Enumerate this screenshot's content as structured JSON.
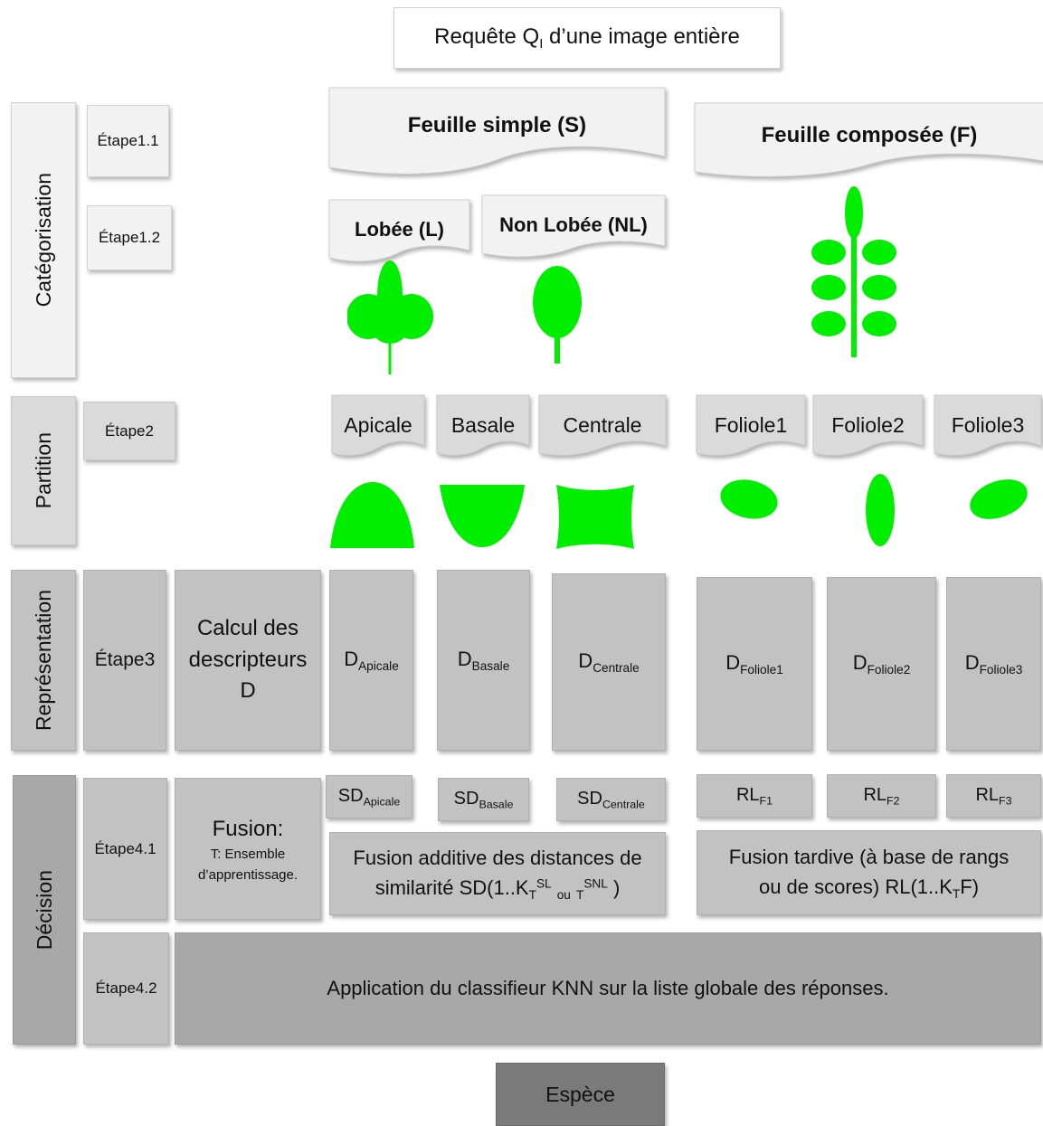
{
  "query": {
    "prefix": "Requête Q",
    "sub": "I",
    "suffix": " d’une image entière"
  },
  "rows": {
    "categorisation": "Catégorisation",
    "partition": "Partition",
    "representation": "Représentation",
    "decision": "Décision"
  },
  "steps": {
    "s11": "Étape1.1",
    "s12": "Étape1.2",
    "s2": "Étape2",
    "s3": "Étape3",
    "s41": "Étape4.1",
    "s42": "Étape4.2"
  },
  "categories": {
    "simple": "Feuille simple (S)",
    "composee": "Feuille composée (F)",
    "lobee": "Lobée (L)",
    "non_lobee": "Non Lobée (NL)"
  },
  "partitions": {
    "apicale": "Apicale",
    "basale": "Basale",
    "centrale": "Centrale",
    "foliole1": "Foliole1",
    "foliole2": "Foliole2",
    "foliole3": "Foliole3"
  },
  "representation": {
    "calcul": "Calcul des descripteurs D",
    "d": "D",
    "apicale": "Apicale",
    "basale": "Basale",
    "centrale": "Centrale",
    "foliole1": "Foliole1",
    "foliole2": "Foliole2",
    "foliole3": "Foliole3"
  },
  "decision": {
    "sd": "SD",
    "sd_apicale": "Apicale",
    "sd_basale": "Basale",
    "sd_centrale": "Centrale",
    "rl": "RL",
    "rl_f1": "F1",
    "rl_f2": "F2",
    "rl_f3": "F3",
    "fusion_title": "Fusion:",
    "fusion_sub": "T: Ensemble d’apprentissage.",
    "additive_line1": "Fusion additive des distances de",
    "additive_pre": "similarité SD(1..K",
    "additive_t1": "T",
    "additive_sl": "SL",
    "additive_ou": "ou",
    "additive_t2": "T",
    "additive_snl": "SNL",
    "additive_post": " )",
    "tardive_line1": "Fusion tardive (à base de rangs",
    "tardive_pre": "ou de scores) RL(1..K",
    "tardive_t": "T",
    "tardive_post": "F)",
    "knn": "Application du classifieur KNN sur la liste globale des réponses."
  },
  "result": "Espèce",
  "colors": {
    "leaf": "#00ee00",
    "leaf_stroke": "#00cc00"
  }
}
